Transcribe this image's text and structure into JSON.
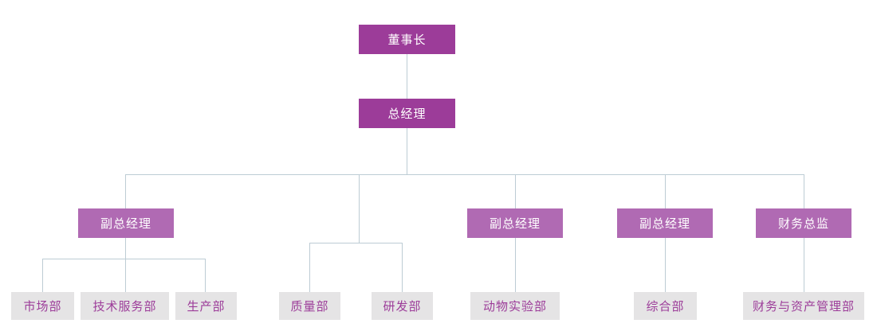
{
  "chart_data": {
    "type": "diagram",
    "diagram_kind": "organization-chart",
    "title": "",
    "orientation": "top-down",
    "colors": {
      "level_top_fill": "#9c3c99",
      "level_top_text": "#ffffff",
      "level_mid_fill": "#b06ab3",
      "level_mid_text": "#ffffff",
      "level_leaf_fill": "#e5e4e5",
      "level_leaf_text": "#9c3c99",
      "connector_line": "#bdccd4",
      "background": "#ffffff"
    },
    "nodes": [
      {
        "id": "n0",
        "label": "董事长",
        "level": 1,
        "parent": null
      },
      {
        "id": "n1",
        "label": "总经理",
        "level": 2,
        "parent": "n0"
      },
      {
        "id": "n2",
        "label": "副总经理",
        "level": 3,
        "parent": "n1"
      },
      {
        "id": "n3",
        "label": "副总经理",
        "level": 3,
        "parent": "n1"
      },
      {
        "id": "n4",
        "label": "副总经理",
        "level": 3,
        "parent": "n1"
      },
      {
        "id": "n5",
        "label": "财务总监",
        "level": 3,
        "parent": "n1"
      },
      {
        "id": "n6",
        "label": "市场部",
        "level": 4,
        "parent": "n2"
      },
      {
        "id": "n7",
        "label": "技术服务部",
        "level": 4,
        "parent": "n2"
      },
      {
        "id": "n8",
        "label": "生产部",
        "level": 4,
        "parent": "n2"
      },
      {
        "id": "n9",
        "label": "质量部",
        "level": 4,
        "parent": "n1"
      },
      {
        "id": "n10",
        "label": "研发部",
        "level": 4,
        "parent": "n1"
      },
      {
        "id": "n11",
        "label": "动物实验部",
        "level": 4,
        "parent": "n3"
      },
      {
        "id": "n12",
        "label": "综合部",
        "level": 4,
        "parent": "n4"
      },
      {
        "id": "n13",
        "label": "财务与资产管理部",
        "level": 4,
        "parent": "n5"
      }
    ]
  },
  "chairman": {
    "label": "董事长"
  },
  "general_manager": {
    "label": "总经理"
  },
  "branches": [
    {
      "head": "副总经理",
      "children": [
        "市场部",
        "技术服务部",
        "生产部"
      ]
    },
    {
      "head": "",
      "children": [
        "质量部",
        "研发部"
      ]
    },
    {
      "head": "副总经理",
      "children": [
        "动物实验部"
      ]
    },
    {
      "head": "副总经理",
      "children": [
        "综合部"
      ]
    },
    {
      "head": "财务总监",
      "children": [
        "财务与资产管理部"
      ]
    }
  ]
}
